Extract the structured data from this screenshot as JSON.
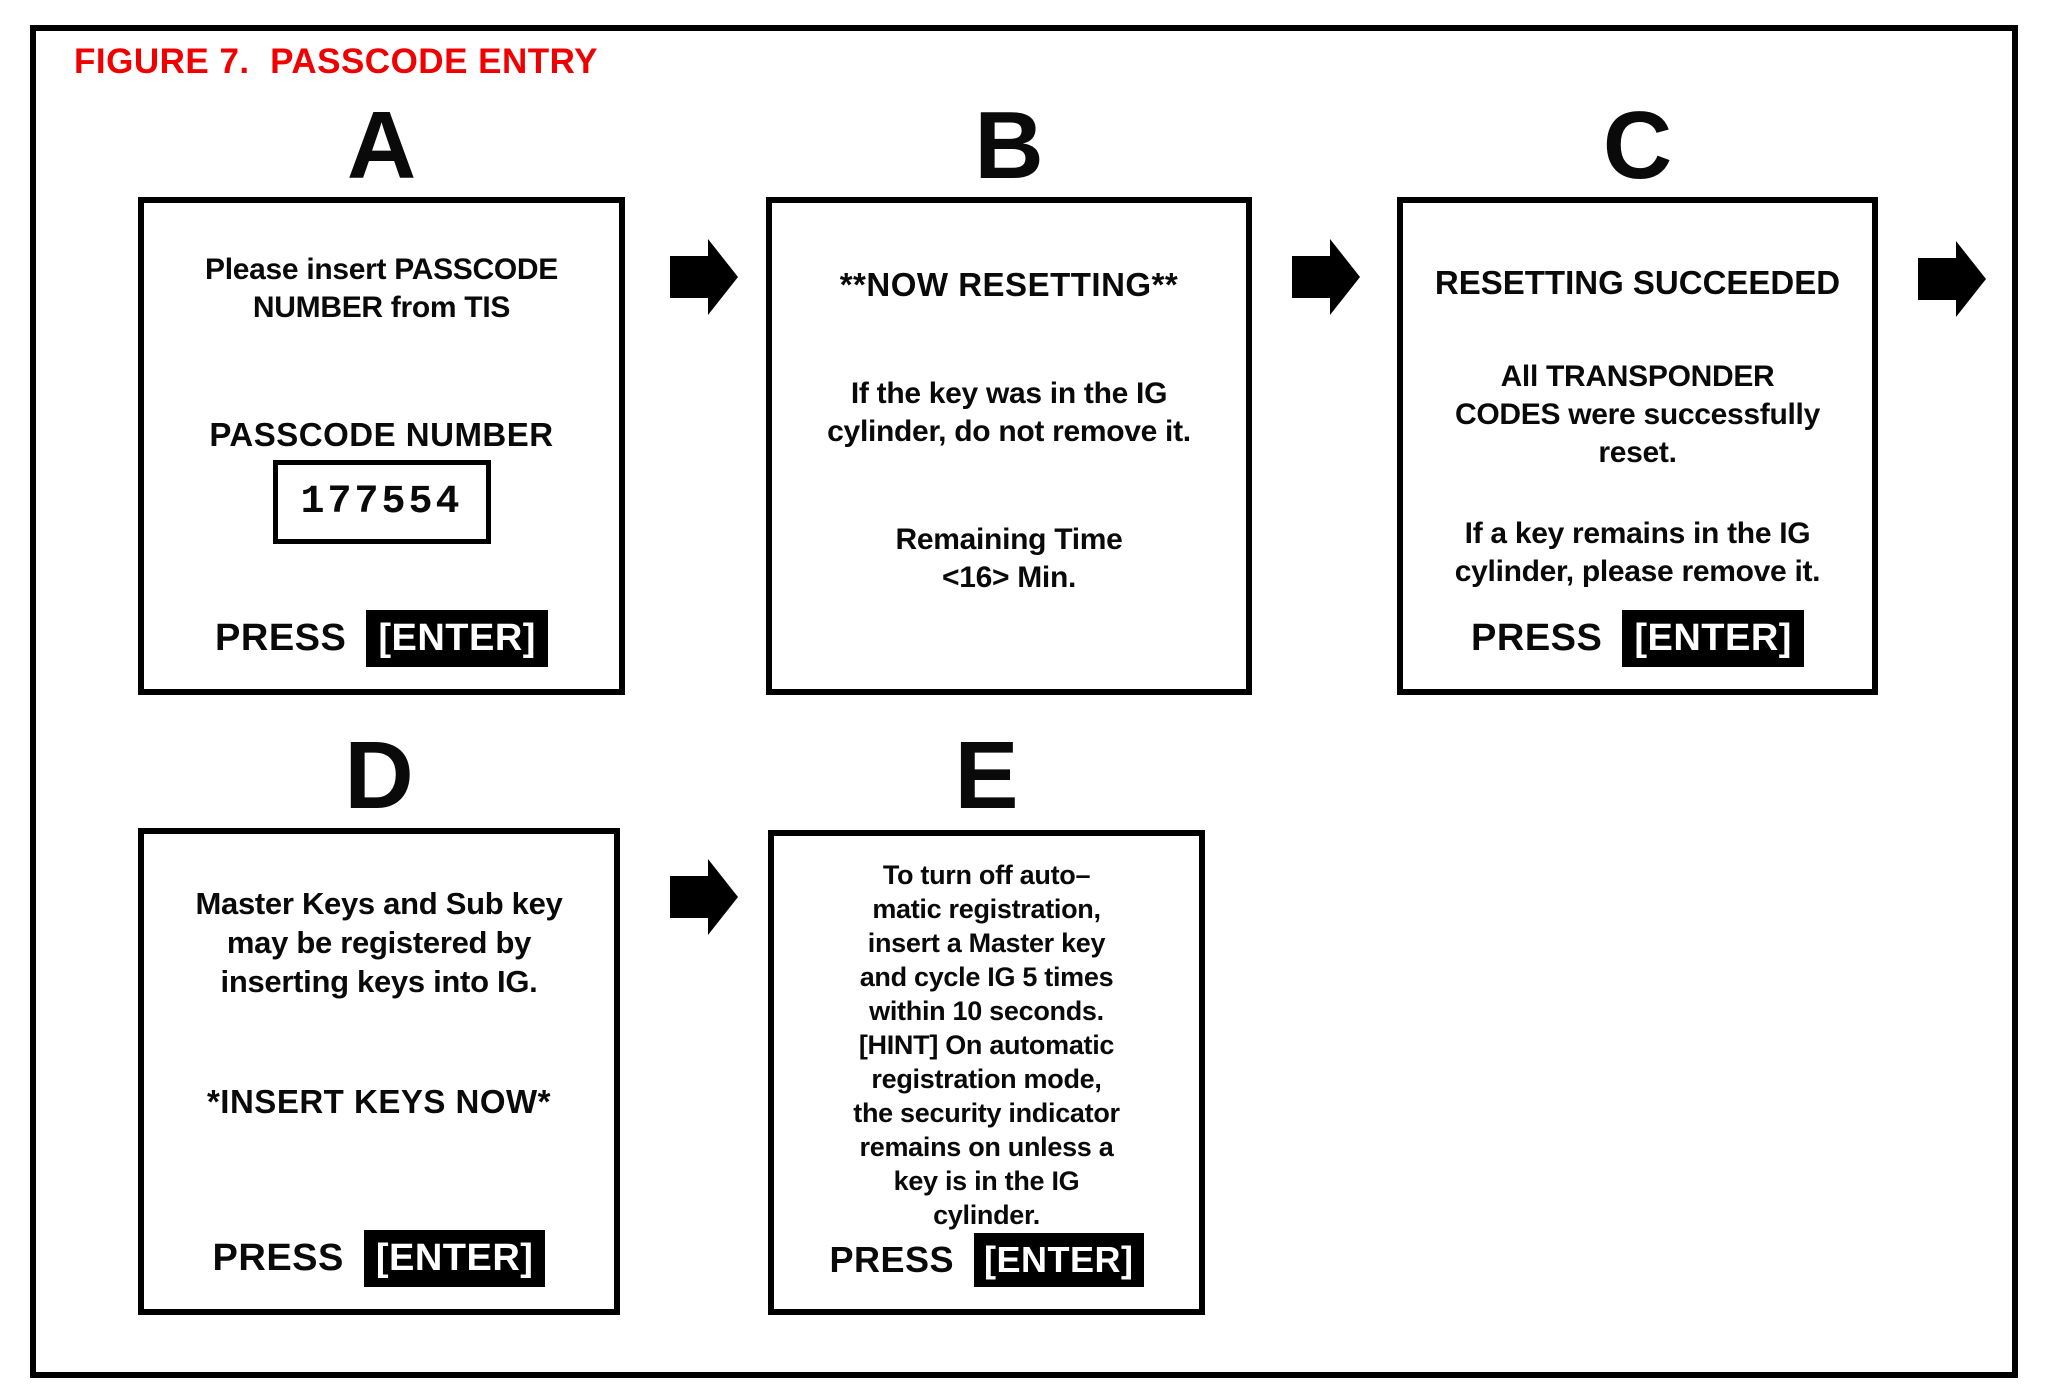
{
  "figure": {
    "title": "FIGURE 7.  PASSCODE ENTRY",
    "title_color": "#f00000",
    "text_color": "#0a0a0a",
    "enter_key_bg": "#000000",
    "enter_key_fg": "#ffffff"
  },
  "icons": {
    "flow_arrow": "right-block-arrow"
  },
  "flow_order": [
    "A",
    "B",
    "C",
    "D",
    "E"
  ],
  "screens": {
    "a": {
      "label": "A",
      "intro_lines": [
        "Please insert PASSCODE",
        "NUMBER from TIS"
      ],
      "passcode_label": "PASSCODE NUMBER",
      "passcode_value": "177554",
      "press_label": "PRESS",
      "enter_key": "[ENTER]"
    },
    "b": {
      "label": "B",
      "title": "**NOW RESETTING**",
      "body_lines": [
        "If the key was in the IG",
        "cylinder, do not remove it."
      ],
      "time_lines": [
        "Remaining Time",
        "<16> Min."
      ]
    },
    "c": {
      "label": "C",
      "title": "RESETTING SUCCEEDED",
      "result_lines": [
        "All TRANSPONDER",
        "CODES were successfully",
        "reset."
      ],
      "key_lines": [
        "If a key remains in the IG",
        "cylinder, please remove it."
      ],
      "press_label": "PRESS",
      "enter_key": "[ENTER]"
    },
    "d": {
      "label": "D",
      "body_lines": [
        "Master Keys and Sub key",
        "may be registered by",
        "inserting keys into IG."
      ],
      "note": "*INSERT KEYS NOW*",
      "press_label": "PRESS",
      "enter_key": "[ENTER]"
    },
    "e": {
      "label": "E",
      "body_lines": [
        "To turn off auto–",
        "matic registration,",
        "insert a Master key",
        "and cycle IG 5 times",
        "within 10 seconds.",
        "[HINT] On automatic",
        "registration mode,",
        "the security indicator",
        "remains on unless a",
        "key is in the IG",
        "cylinder."
      ],
      "press_label": "PRESS",
      "enter_key": "[ENTER]"
    }
  }
}
